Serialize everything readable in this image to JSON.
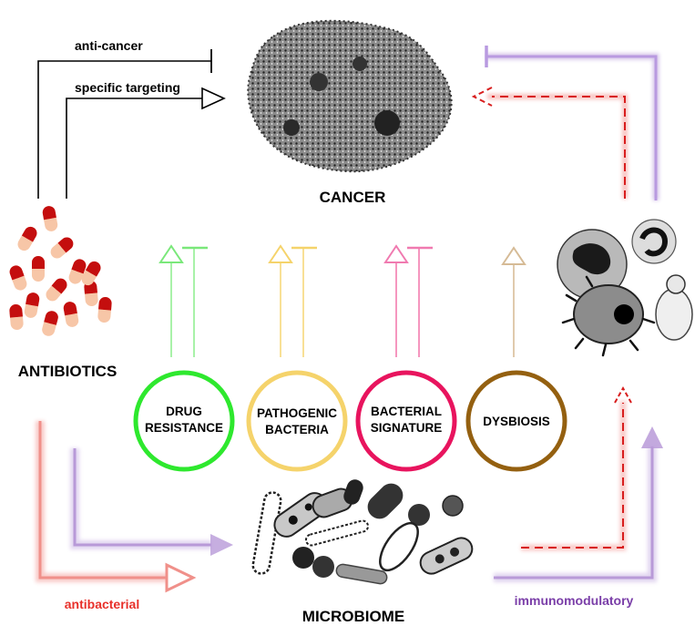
{
  "labels": {
    "cancer": "CANCER",
    "antibiotics": "ANTIBIOTICS",
    "microbiome": "MICROBIOME",
    "anti_cancer": "anti-cancer",
    "specific_targeting": "specific targeting",
    "antibacterial": "antibacterial",
    "immunomodulatory": "immunomodulatory"
  },
  "circles": [
    {
      "line1": "DRUG",
      "line2": "RESISTANCE",
      "color": "#2ee82e"
    },
    {
      "line1": "PATHOGENIC",
      "line2": "BACTERIA",
      "color": "#f5d36b"
    },
    {
      "line1": "BACTERIAL",
      "line2": "SIGNATURE",
      "color": "#e8145e"
    },
    {
      "line1": "DYSBIOSIS",
      "line2": "",
      "color": "#946010"
    }
  ],
  "colors": {
    "antibacterial": "#e8302a",
    "immunomodulatory": "#8a5cc4",
    "drug_resistance": "#8ee88e",
    "pathogenic_bacteria": "#f5d36b",
    "bacterial_signature": "#f07ab0",
    "dysbiosis": "#d6bb96"
  },
  "icons": [
    "cancer-cell-icon",
    "antibiotic-capsules-icon",
    "bacteria-icon",
    "immune-cells-icon"
  ]
}
